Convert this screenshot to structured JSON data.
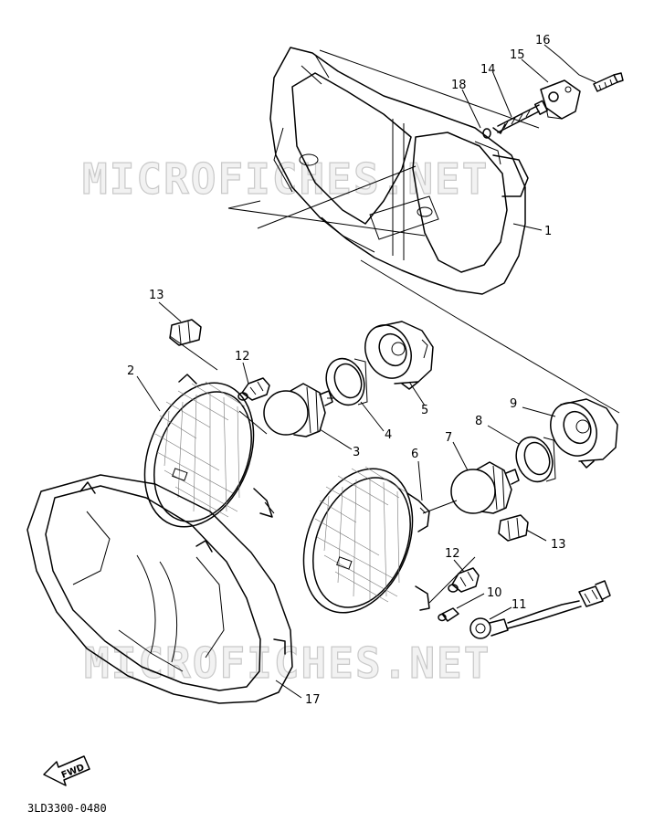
{
  "watermarks": [
    "MICROFICHES.NET",
    "MICROFICHES.NET"
  ],
  "direction_label": "FWD",
  "diagram_code": "3LD3300-0480",
  "callouts": [
    "16",
    "15",
    "14",
    "18",
    "1",
    "13",
    "12",
    "2",
    "4",
    "5",
    "3",
    "9",
    "8",
    "7",
    "6",
    "13",
    "12",
    "10",
    "11",
    "17"
  ]
}
